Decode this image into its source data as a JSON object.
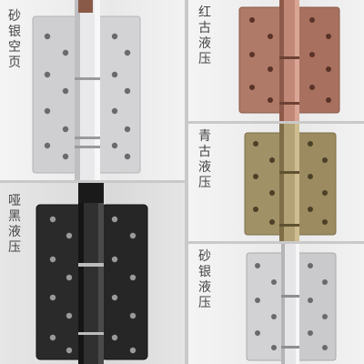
{
  "panels": [
    {
      "id": "silver-hollow",
      "label": "砂银空页",
      "finish": "silver"
    },
    {
      "id": "red-antique",
      "label": "红古液压",
      "finish": "red-antique"
    },
    {
      "id": "green-antique",
      "label": "青古液压",
      "finish": "green-antique"
    },
    {
      "id": "matte-black",
      "label": "哑黑液压",
      "finish": "black"
    },
    {
      "id": "silver-hydraulic",
      "label": "砂银液压",
      "finish": "silver"
    }
  ],
  "colors": {
    "silver_plate": "#c9c9cb",
    "silver_knuckle": "#e8e8ea",
    "red_antique": "#a8705f",
    "green_antique": "#9c8b60",
    "black": "#262626",
    "screw_hole": "#555555"
  }
}
